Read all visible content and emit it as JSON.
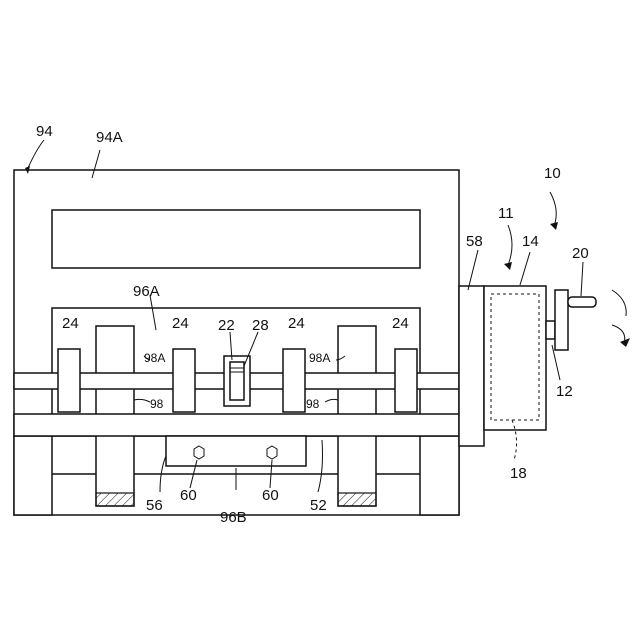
{
  "labels": {
    "l10": "10",
    "l11": "11",
    "l12": "12",
    "l14": "14",
    "l18": "18",
    "l20": "20",
    "l22": "22",
    "l28": "28",
    "l52": "52",
    "l56": "56",
    "l58": "58",
    "l94": "94",
    "l94A": "94A",
    "l96A": "96A",
    "l96B": "96B",
    "l24": "24",
    "l98A": "98A",
    "l98": "98",
    "l60": "60"
  }
}
